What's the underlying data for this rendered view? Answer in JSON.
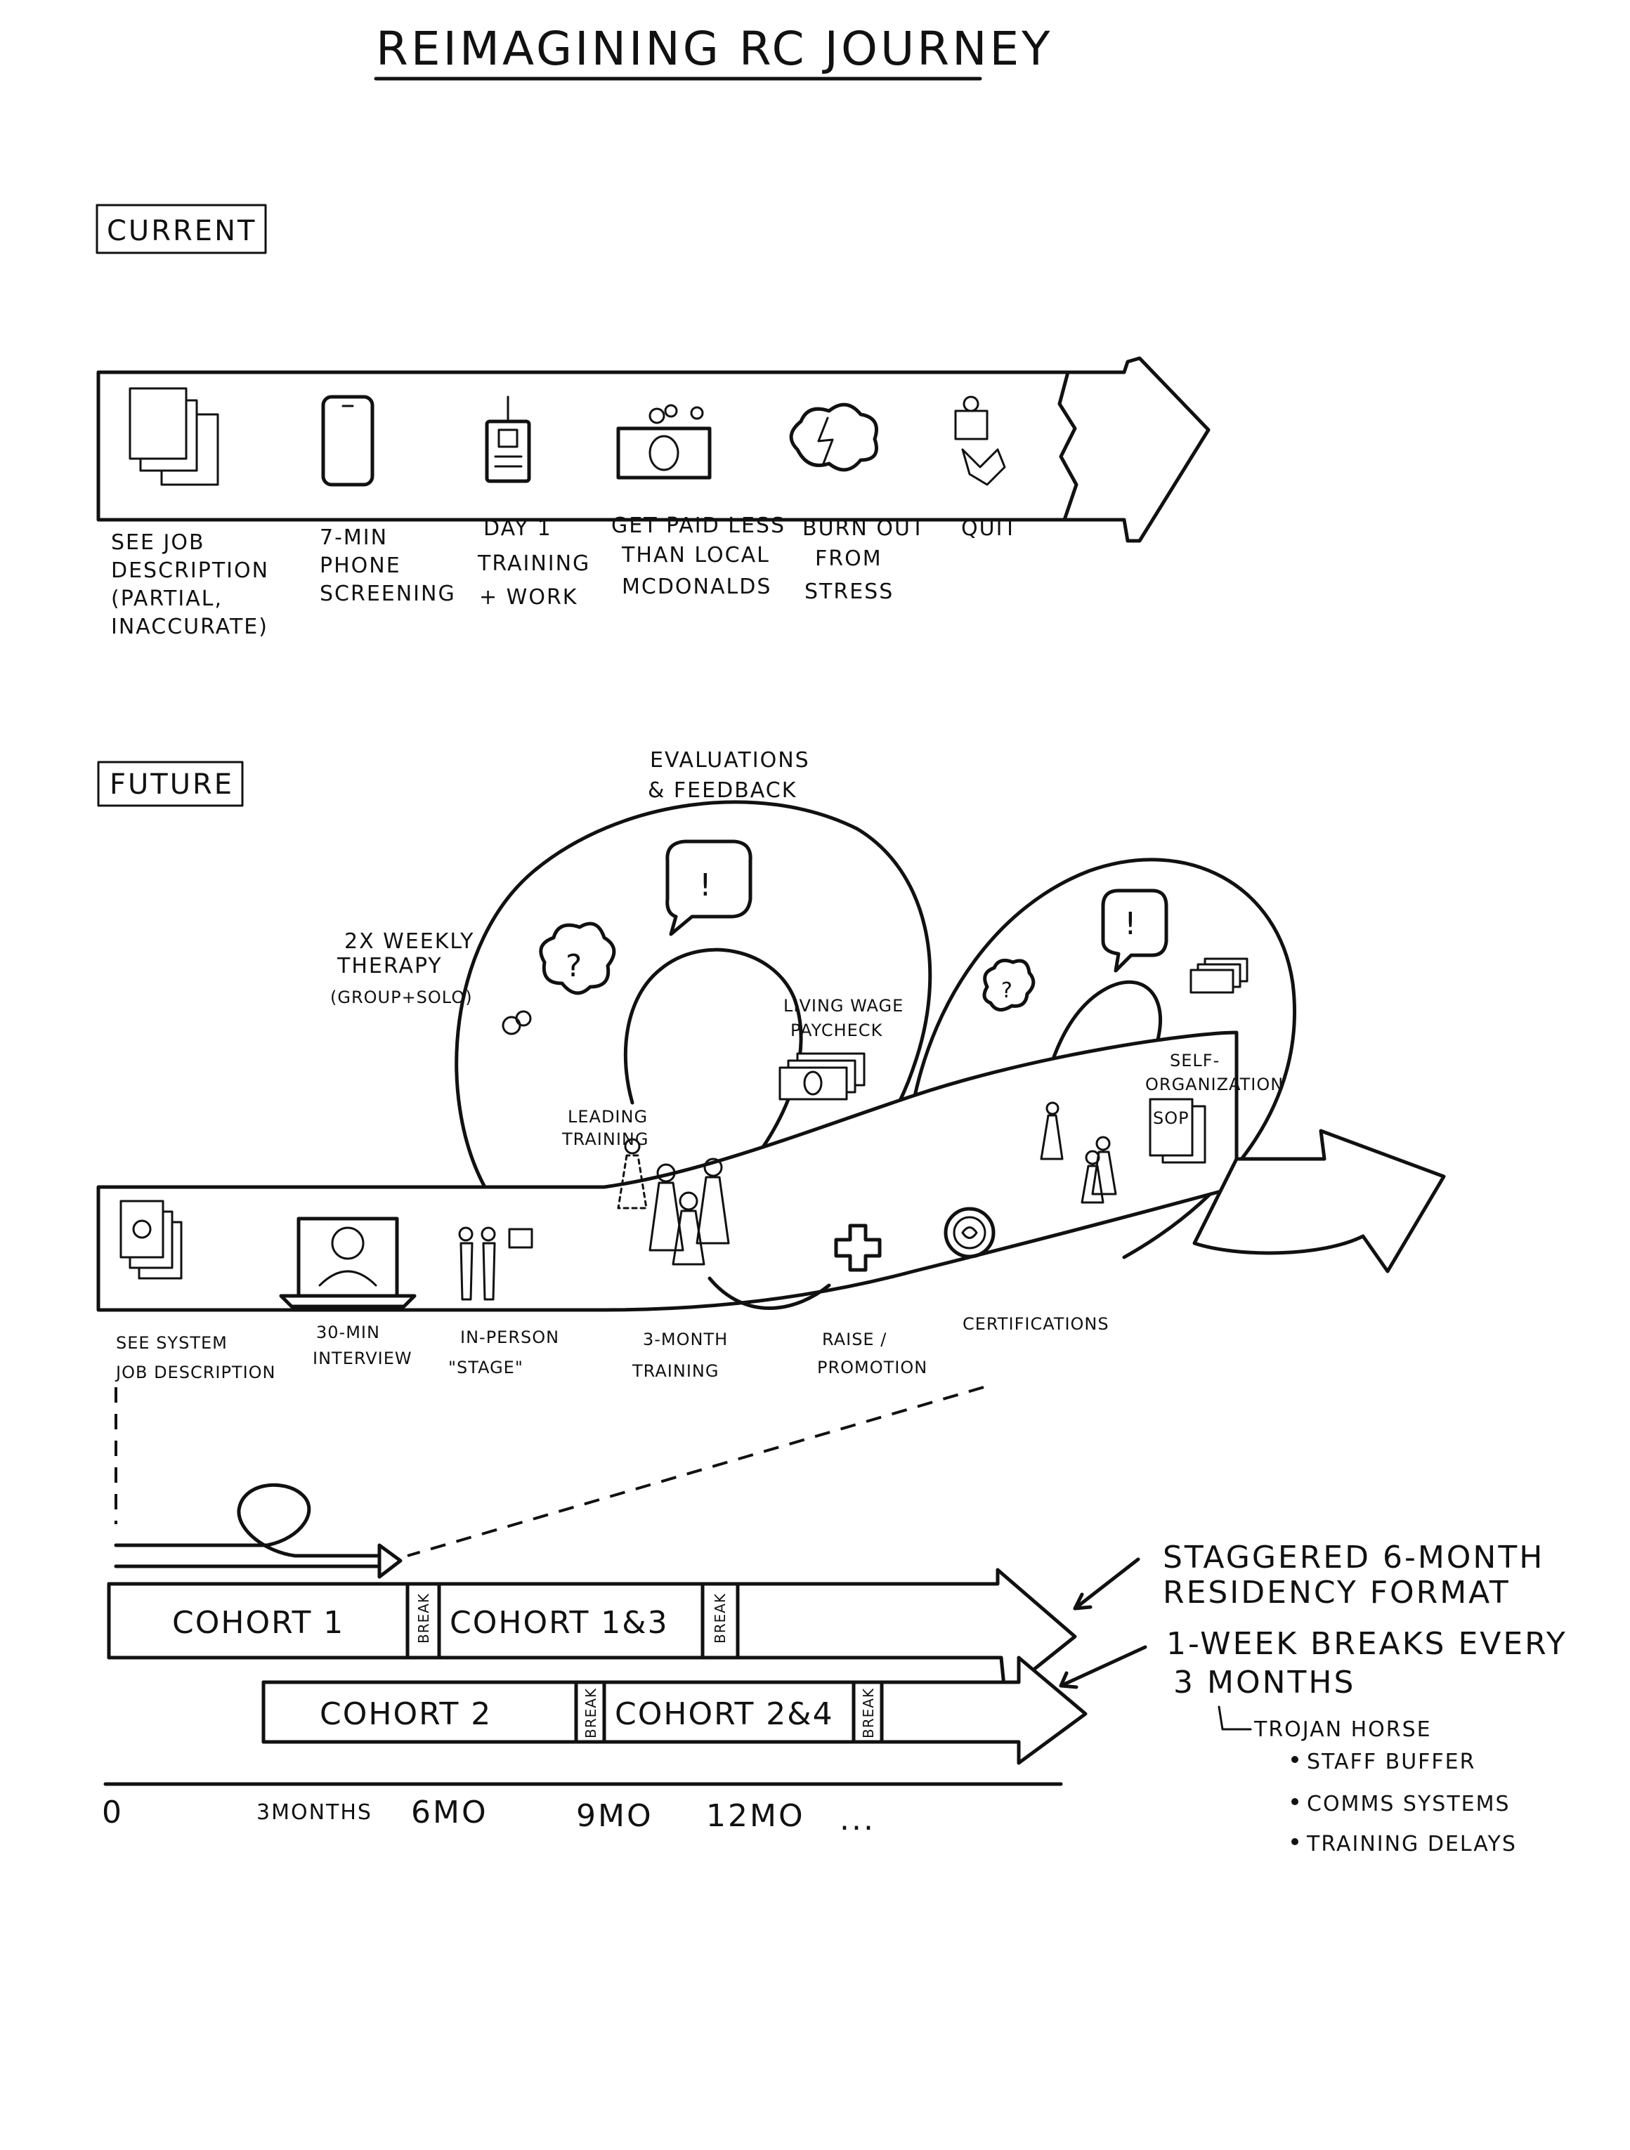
{
  "title": "Reimagining RC Journey",
  "current": {
    "label": "Current",
    "steps": [
      {
        "icon": "document-stack-icon",
        "lines": [
          "See job",
          "description",
          "(partial,",
          "inaccurate)"
        ]
      },
      {
        "icon": "phone-icon",
        "lines": [
          "7-min",
          "phone",
          "screening"
        ]
      },
      {
        "icon": "badge-icon",
        "lines": [
          "Day 1",
          "training",
          "+ work"
        ]
      },
      {
        "icon": "money-icon",
        "lines": [
          "Get paid less",
          "than local",
          "McDonalds"
        ]
      },
      {
        "icon": "stress-cloud-icon",
        "lines": [
          "Burn out",
          "from",
          "stress"
        ]
      },
      {
        "icon": "quit-icon",
        "lines": [
          "Quit"
        ]
      }
    ]
  },
  "future": {
    "label": "Future",
    "steps": [
      {
        "icon": "system-document-icon",
        "lines": [
          "See system",
          "job description"
        ]
      },
      {
        "icon": "video-interview-icon",
        "lines": [
          "30-min",
          "interview"
        ]
      },
      {
        "icon": "stage-icon",
        "lines": [
          "In-person",
          "\"stage\""
        ]
      },
      {
        "icon": "training-group-icon",
        "lines": [
          "3-month",
          "training"
        ]
      },
      {
        "icon": "plus-icon",
        "lines": [
          "Raise /",
          "promotion"
        ]
      },
      {
        "icon": "certification-seal-icon",
        "lines": [
          "Certifications"
        ]
      }
    ],
    "loop_annotations": {
      "evaluations": [
        "Evaluations",
        "& feedback"
      ],
      "therapy": [
        "2x weekly",
        "therapy",
        "(group+solo)"
      ],
      "living_wage": [
        "Living wage",
        "paycheck"
      ],
      "leading_training": [
        "Leading",
        "training"
      ],
      "self_org": [
        "Self-",
        "organization"
      ],
      "sop": "SOP",
      "bang": "!",
      "question": "?"
    }
  },
  "timeline": {
    "cohorts": [
      {
        "label": "Cohort 1"
      },
      {
        "label": "Cohort 1&3"
      },
      {
        "label": "Cohort 2"
      },
      {
        "label": "Cohort 2&4"
      }
    ],
    "break_label": "Break",
    "ticks": [
      "0",
      "3months",
      "6mo",
      "9mo",
      "12mo",
      "..."
    ],
    "notes": {
      "format": [
        "Staggered 6-month",
        "residency format"
      ],
      "breaks": [
        "1-week breaks every",
        "3 months"
      ],
      "trojan": "Trojan horse",
      "bullets": [
        "Staff buffer",
        "Comms systems",
        "Training delays"
      ]
    }
  }
}
